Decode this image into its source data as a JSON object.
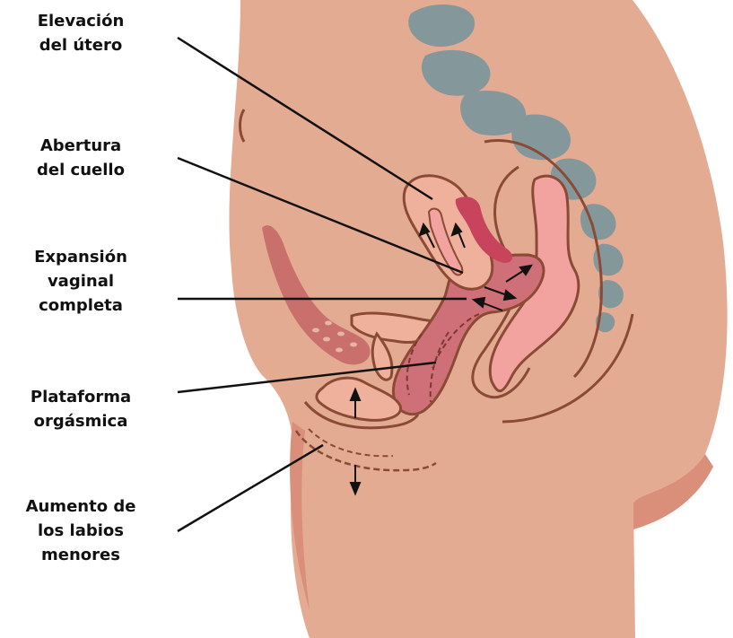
{
  "labels": {
    "uterus_elevation": "Elevación\ndel útero",
    "cervix_opening": "Abertura\ndel cuello",
    "vaginal_expansion": "Expansión\nvaginal\ncompleta",
    "orgasmic_platform": "Plataforma\norgásmica",
    "labia_minora_enlargement": "Aumento de\nlos labios\nmenores"
  },
  "colors": {
    "skin": "#e4ab93",
    "skin_shadow": "#d98f7a",
    "outline": "#8a4a35",
    "vertebra": "#84979b",
    "organ_pale": "#f0b19c",
    "organ_pink": "#f2a3a0",
    "vagina": "#cf6f77",
    "bladder": "#c9706d",
    "vessel": "#c8445c",
    "leader_line": "#111111"
  }
}
